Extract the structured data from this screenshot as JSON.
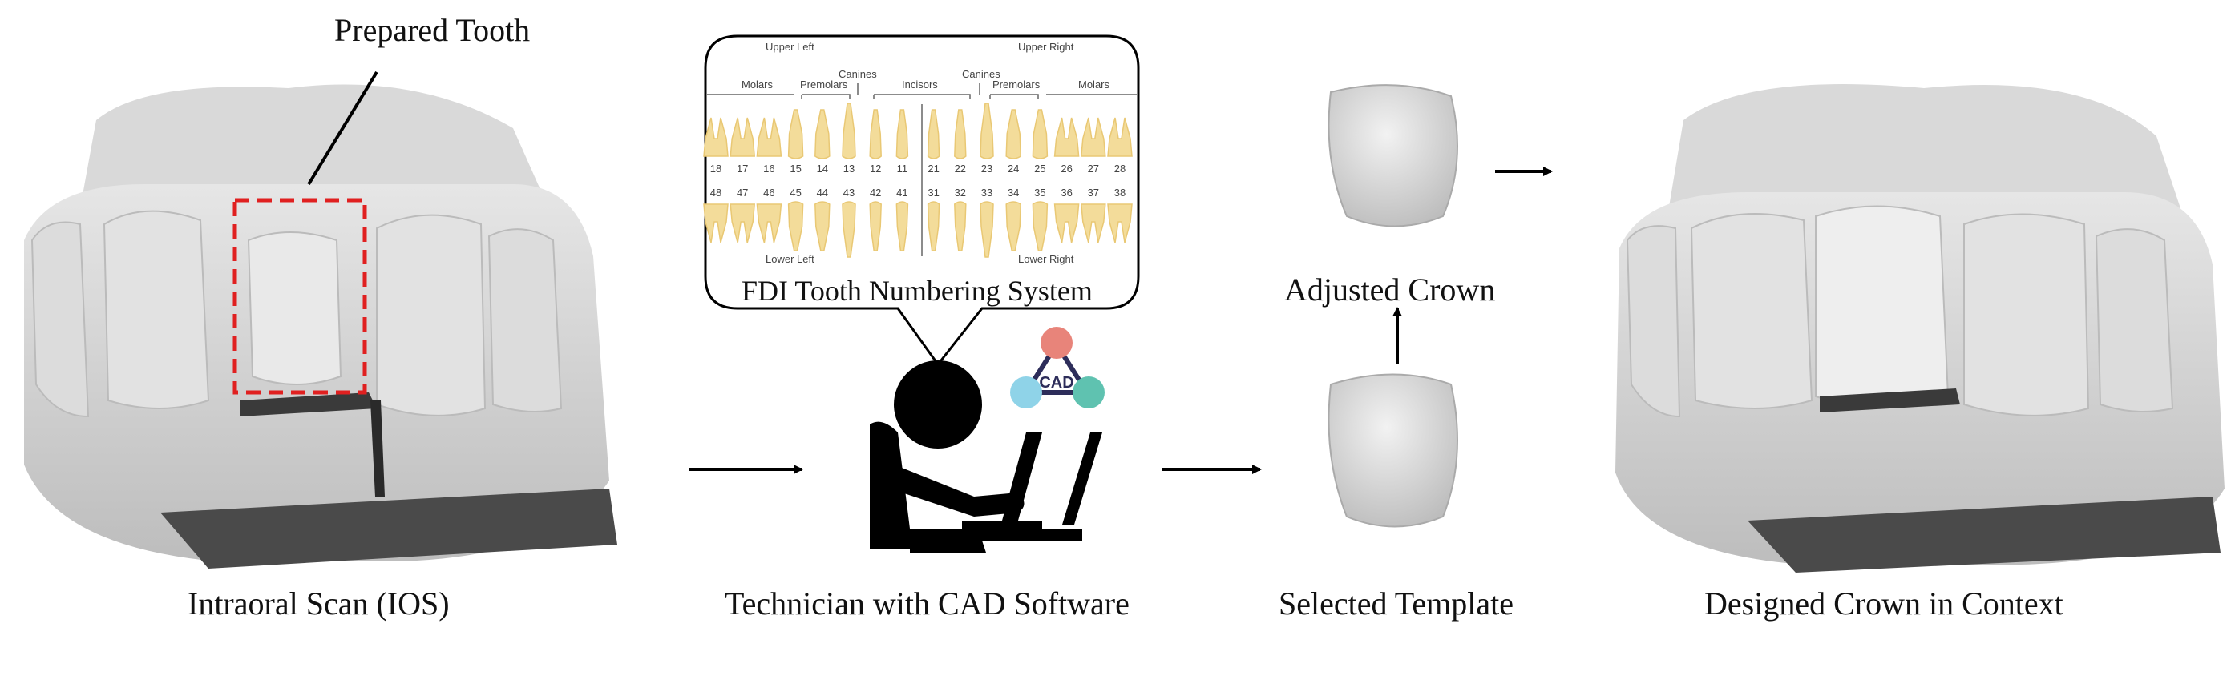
{
  "labels": {
    "prepared_tooth": "Prepared Tooth",
    "intraoral_scan": "Intraoral Scan (IOS)",
    "technician": "Technician with CAD Software",
    "selected_template": "Selected Template",
    "adjusted_crown": "Adjusted Crown",
    "designed_crown": "Designed Crown in Context",
    "fdi_system": "FDI Tooth Numbering System"
  },
  "fdi_chart": {
    "upper_left": "Upper Left",
    "upper_right": "Upper Right",
    "lower_left": "Lower Left",
    "lower_right": "Lower Right",
    "groups": {
      "molars_left": "Molars",
      "premolars_left": "Premolars",
      "canines_left": "Canines",
      "incisors": "Incisors",
      "canines_right": "Canines",
      "premolars_right": "Premolars",
      "molars_right": "Molars"
    },
    "upper_numbers": [
      "18",
      "17",
      "16",
      "15",
      "14",
      "13",
      "12",
      "11",
      "21",
      "22",
      "23",
      "24",
      "25",
      "26",
      "27",
      "28"
    ],
    "lower_numbers": [
      "48",
      "47",
      "46",
      "45",
      "44",
      "43",
      "42",
      "41",
      "31",
      "32",
      "33",
      "34",
      "35",
      "36",
      "37",
      "38"
    ]
  },
  "cad_badge": {
    "label": "CAD"
  },
  "colors": {
    "dashed_box": "#e02020",
    "tooth_fill": "#f3dc9a",
    "tooth_root": "#e9c874",
    "scan_gray": "#cfcfcf",
    "badge_red": "#e8847a",
    "badge_blue": "#8fd3e8",
    "badge_teal": "#5fc2b0"
  }
}
